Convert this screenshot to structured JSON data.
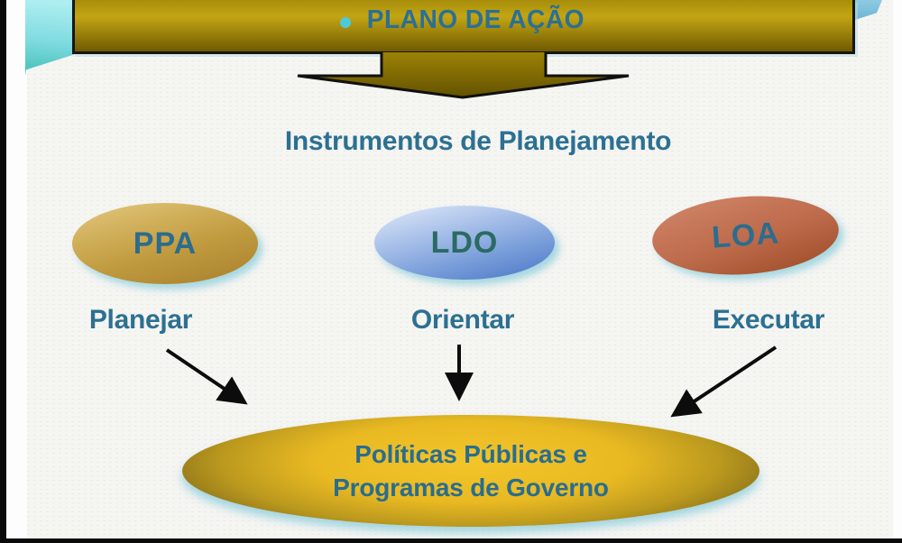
{
  "slide": {
    "banner": {
      "bullet_icon": "cyan-dot",
      "title": "PLANO DE AÇÃO"
    },
    "heading": "Instrumentos de Planejamento",
    "instruments": [
      {
        "id": "ppa",
        "label": "PPA",
        "action": "Planejar",
        "fill_top": "#dcbf70",
        "fill_mid": "#c29c40",
        "fill_bottom": "#ad8631",
        "text_color": "#2c6c8e"
      },
      {
        "id": "ldo",
        "label": "LDO",
        "action": "Orientar",
        "fill_top": "#cfddf5",
        "fill_mid": "#8aaae0",
        "fill_bottom": "#5581cb",
        "text_color": "#2a6b62"
      },
      {
        "id": "loa",
        "label": "LOA",
        "action": "Executar",
        "fill_top": "#cd8063",
        "fill_mid": "#bc6a4a",
        "fill_bottom": "#a4512f",
        "text_color": "#2c6c8e"
      }
    ],
    "target": {
      "line1": "Políticas Públicas e",
      "line2": "Programas de Governo"
    },
    "colors": {
      "accent_text": "#2c7092",
      "ellipse_text": "#2a6d8e",
      "banner_top": "#a78d0a",
      "banner_mid": "#c3a513",
      "banner_bottom": "#6f5a02",
      "arrow_top": "#9d8206",
      "arrow_bottom": "#635200",
      "bullet": "#4ec9d8"
    }
  }
}
